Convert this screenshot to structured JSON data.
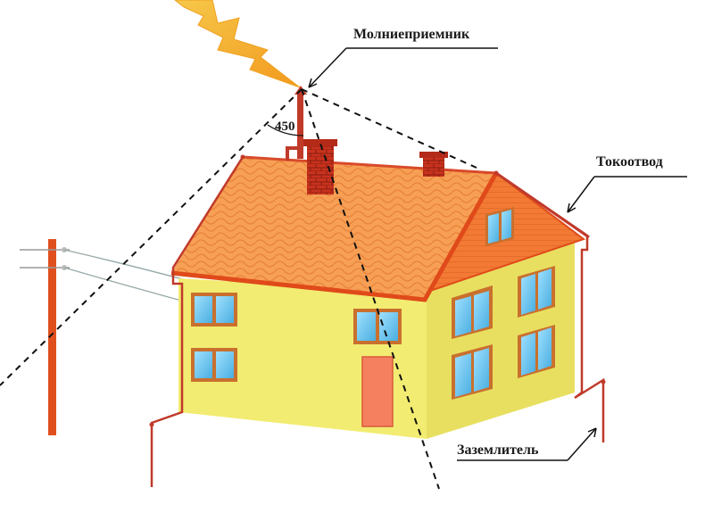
{
  "labels": {
    "lightning_rod": "Молниеприемник",
    "down_conductor": "Токоотвод",
    "ground_electrode": "Заземлитель",
    "protection_angle": "450"
  },
  "colors": {
    "roof": "#f7a055",
    "roof_edge": "#e04a1a",
    "wall_front": "#f2ec72",
    "wall_side": "#e8df60",
    "gable": "#f27a34",
    "brick": "#c8321e",
    "window_glass": "#6fc6f0",
    "window_frame": "#c9702e",
    "door": "#f58060",
    "conductor": "#c03a2a",
    "pole": "#e0501e",
    "lightning": "#f2b230",
    "text": "#1a1a1a"
  }
}
